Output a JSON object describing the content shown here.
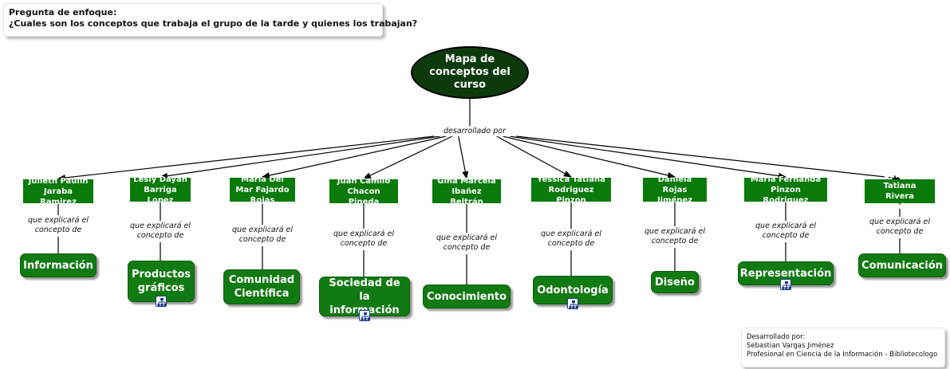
{
  "focus": {
    "title": "Pregunta de enfoque:",
    "question": "¿Cuales son los conceptos que trabaja el grupo de la tarde y quienes los trabajan?"
  },
  "root": {
    "label": "Mapa de conceptos del curso"
  },
  "root_link": "desarrollado por",
  "link_text": "que explicará el concepto de",
  "people": [
    {
      "name": "Julieth Paulin Jaraba Ramirez",
      "concept": "Información",
      "submap": false
    },
    {
      "name": "Lesly Dayan Barriga Lopez",
      "concept": "Productos gráficos",
      "submap": true
    },
    {
      "name": "Maria Del Mar Fajardo Rojas",
      "concept": "Comunidad Científica",
      "submap": false
    },
    {
      "name": "Juan Camilo Chacon Pineda",
      "concept": "Sociedad de la información",
      "submap": true
    },
    {
      "name": "Gina Marcela Ibañez Beltrán",
      "concept": "Conocimiento",
      "submap": false
    },
    {
      "name": "Yessica Tatiana Rodriguez Pinzon",
      "concept": "Odontología",
      "submap": true
    },
    {
      "name": "Daniela Rojas Jiménez",
      "concept": "Diseño",
      "submap": false
    },
    {
      "name": "Maria Fernanda Pinzon Rodriguez",
      "concept": "Representación",
      "submap": true
    },
    {
      "name": "Sandra Tatiana Rivera Ramirez",
      "concept": "Comunicación",
      "submap": false
    }
  ],
  "credits": {
    "line1": "Desarrollado por:",
    "line2": "Sebastian Vargas Jiménez",
    "line3": "Profesional en Ciencia de la Información - Bibliotecologo"
  },
  "icons": {
    "submap": "submap-icon"
  },
  "colors": {
    "root_fill": "#0c3a0c",
    "node_fill": "#0a7a0a",
    "concept_fill": "#127a12"
  }
}
